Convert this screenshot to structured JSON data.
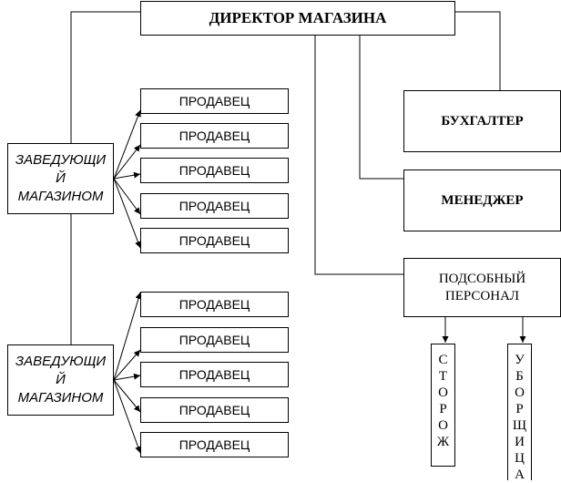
{
  "director": "ДИРЕКТОР МАГАЗИНА",
  "store_managers": [
    {
      "lines": [
        "ЗАВЕДУЮЩИ",
        "Й",
        "МАГАЗИНОМ"
      ]
    },
    {
      "lines": [
        "ЗАВЕДУЮЩИ",
        "Й",
        "МАГАЗИНОМ"
      ]
    }
  ],
  "sellers_group_1": [
    "ПРОДАВЕЦ",
    "ПРОДАВЕЦ",
    "ПРОДАВЕЦ",
    "ПРОДАВЕЦ",
    "ПРОДАВЕЦ"
  ],
  "sellers_group_2": [
    "ПРОДАВЕЦ",
    "ПРОДАВЕЦ",
    "ПРОДАВЕЦ",
    "ПРОДАВЕЦ",
    "ПРОДАВЕЦ"
  ],
  "accountant": "БУХГАЛТЕР",
  "manager": "МЕНЕДЖЕР",
  "auxiliary_staff": {
    "lines": [
      "ПОДСОБНЫЙ",
      "ПЕРСОНАЛ"
    ]
  },
  "watchman": [
    "С",
    "Т",
    "О",
    "Р",
    "О",
    "Ж"
  ],
  "cleaner": [
    "У",
    "Б",
    "О",
    "Р",
    "Щ",
    "И",
    "Ц",
    "А"
  ]
}
